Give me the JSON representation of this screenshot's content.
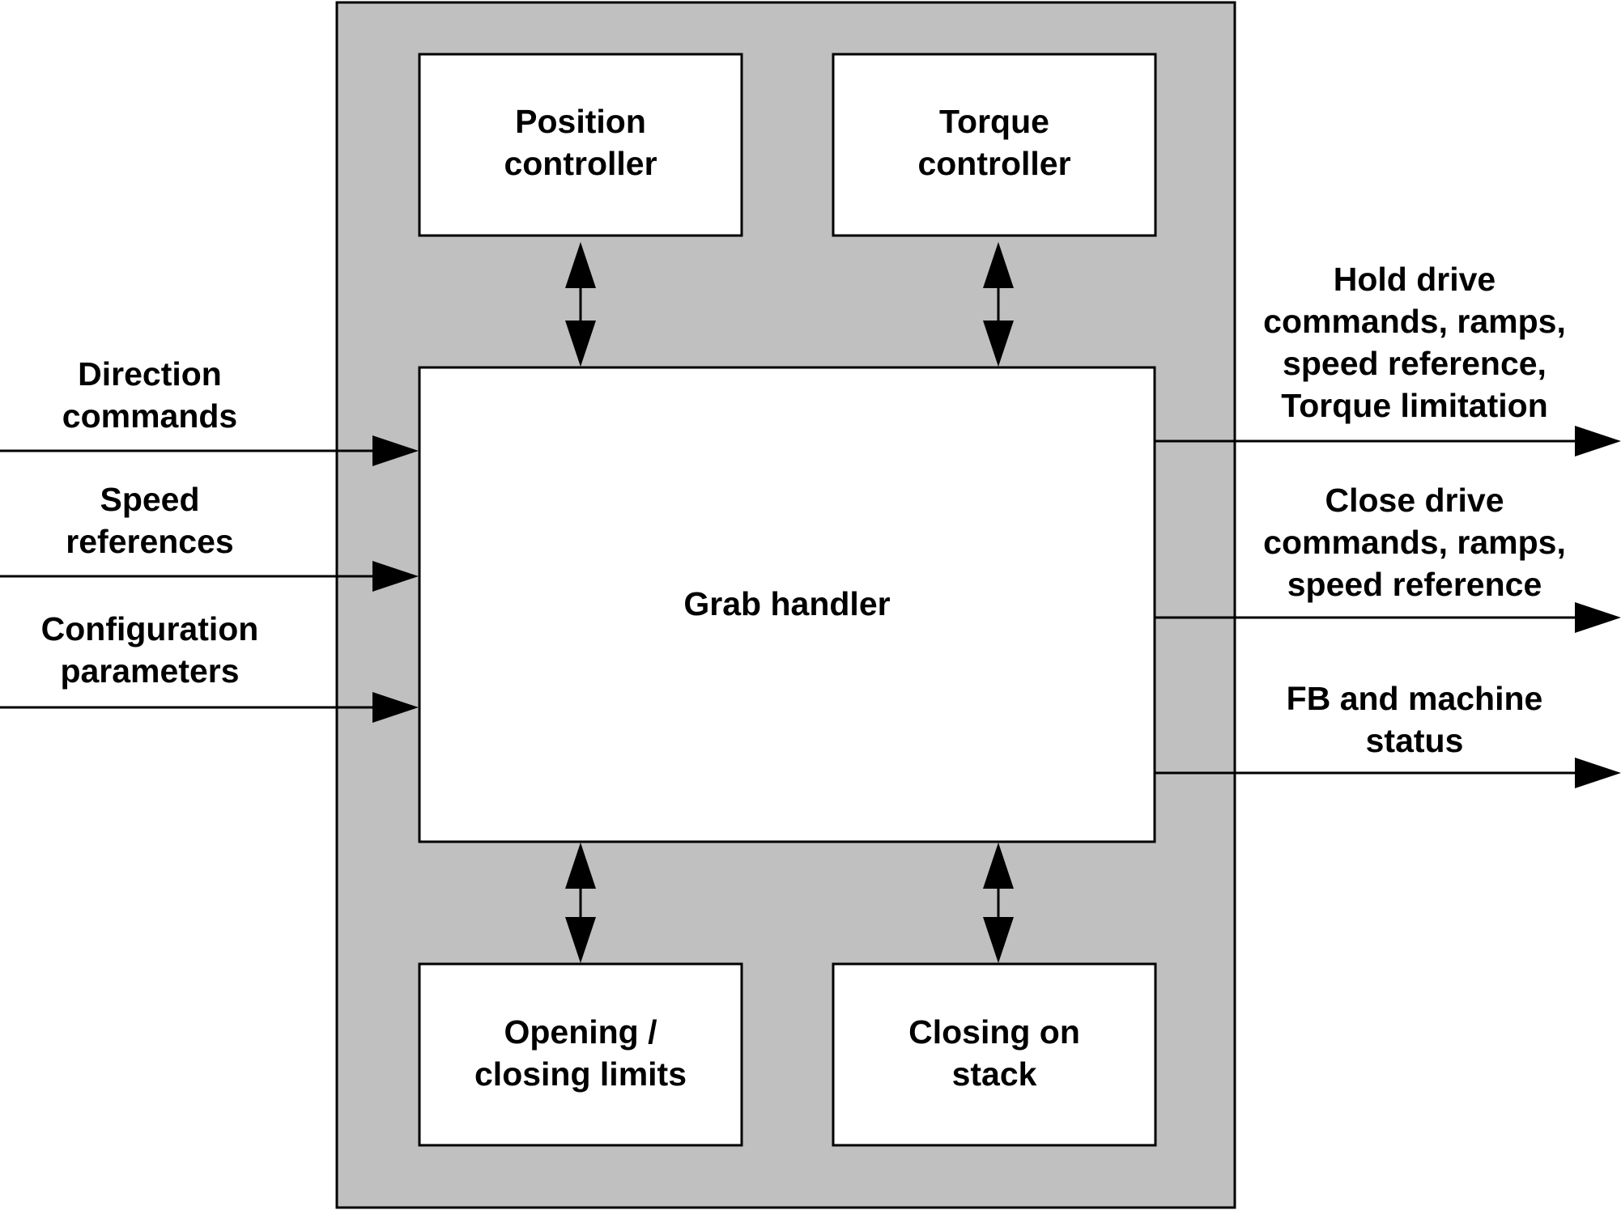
{
  "diagram": {
    "blocks": {
      "position_controller": [
        "Position",
        "controller"
      ],
      "torque_controller": [
        "Torque",
        "controller"
      ],
      "grab_handler": [
        "Grab handler"
      ],
      "opening_closing_limits": [
        "Opening /",
        "closing limits"
      ],
      "closing_on_stack": [
        "Closing on",
        "stack"
      ]
    },
    "inputs": {
      "direction_commands": [
        "Direction",
        "commands"
      ],
      "speed_references": [
        "Speed",
        "references"
      ],
      "configuration_parameters": [
        "Configuration",
        "parameters"
      ]
    },
    "outputs": {
      "hold_drive": [
        "Hold drive",
        "commands, ramps,",
        "speed reference,",
        "Torque limitation"
      ],
      "close_drive": [
        "Close drive",
        "commands, ramps,",
        "speed reference"
      ],
      "fb_status": [
        "FB and machine",
        "status"
      ]
    },
    "colors": {
      "container_fill": "#c0c0c0",
      "block_fill": "#ffffff",
      "stroke": "#000000"
    }
  }
}
